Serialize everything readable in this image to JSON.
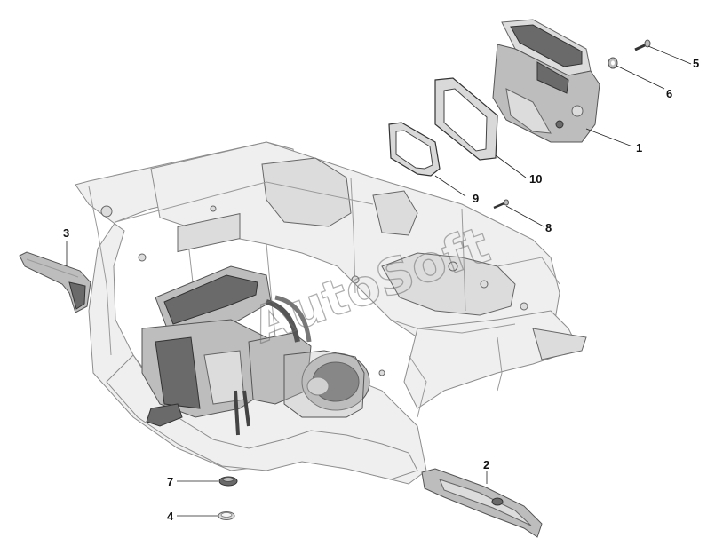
{
  "watermark": "AutoSoft",
  "callouts": [
    {
      "id": "callout-1",
      "label": "1"
    },
    {
      "id": "callout-2",
      "label": "2"
    },
    {
      "id": "callout-3",
      "label": "3"
    },
    {
      "id": "callout-4",
      "label": "4"
    },
    {
      "id": "callout-5",
      "label": "5"
    },
    {
      "id": "callout-6",
      "label": "6"
    },
    {
      "id": "callout-7",
      "label": "7"
    },
    {
      "id": "callout-8",
      "label": "8"
    },
    {
      "id": "callout-9",
      "label": "9"
    },
    {
      "id": "callout-10",
      "label": "10"
    }
  ]
}
